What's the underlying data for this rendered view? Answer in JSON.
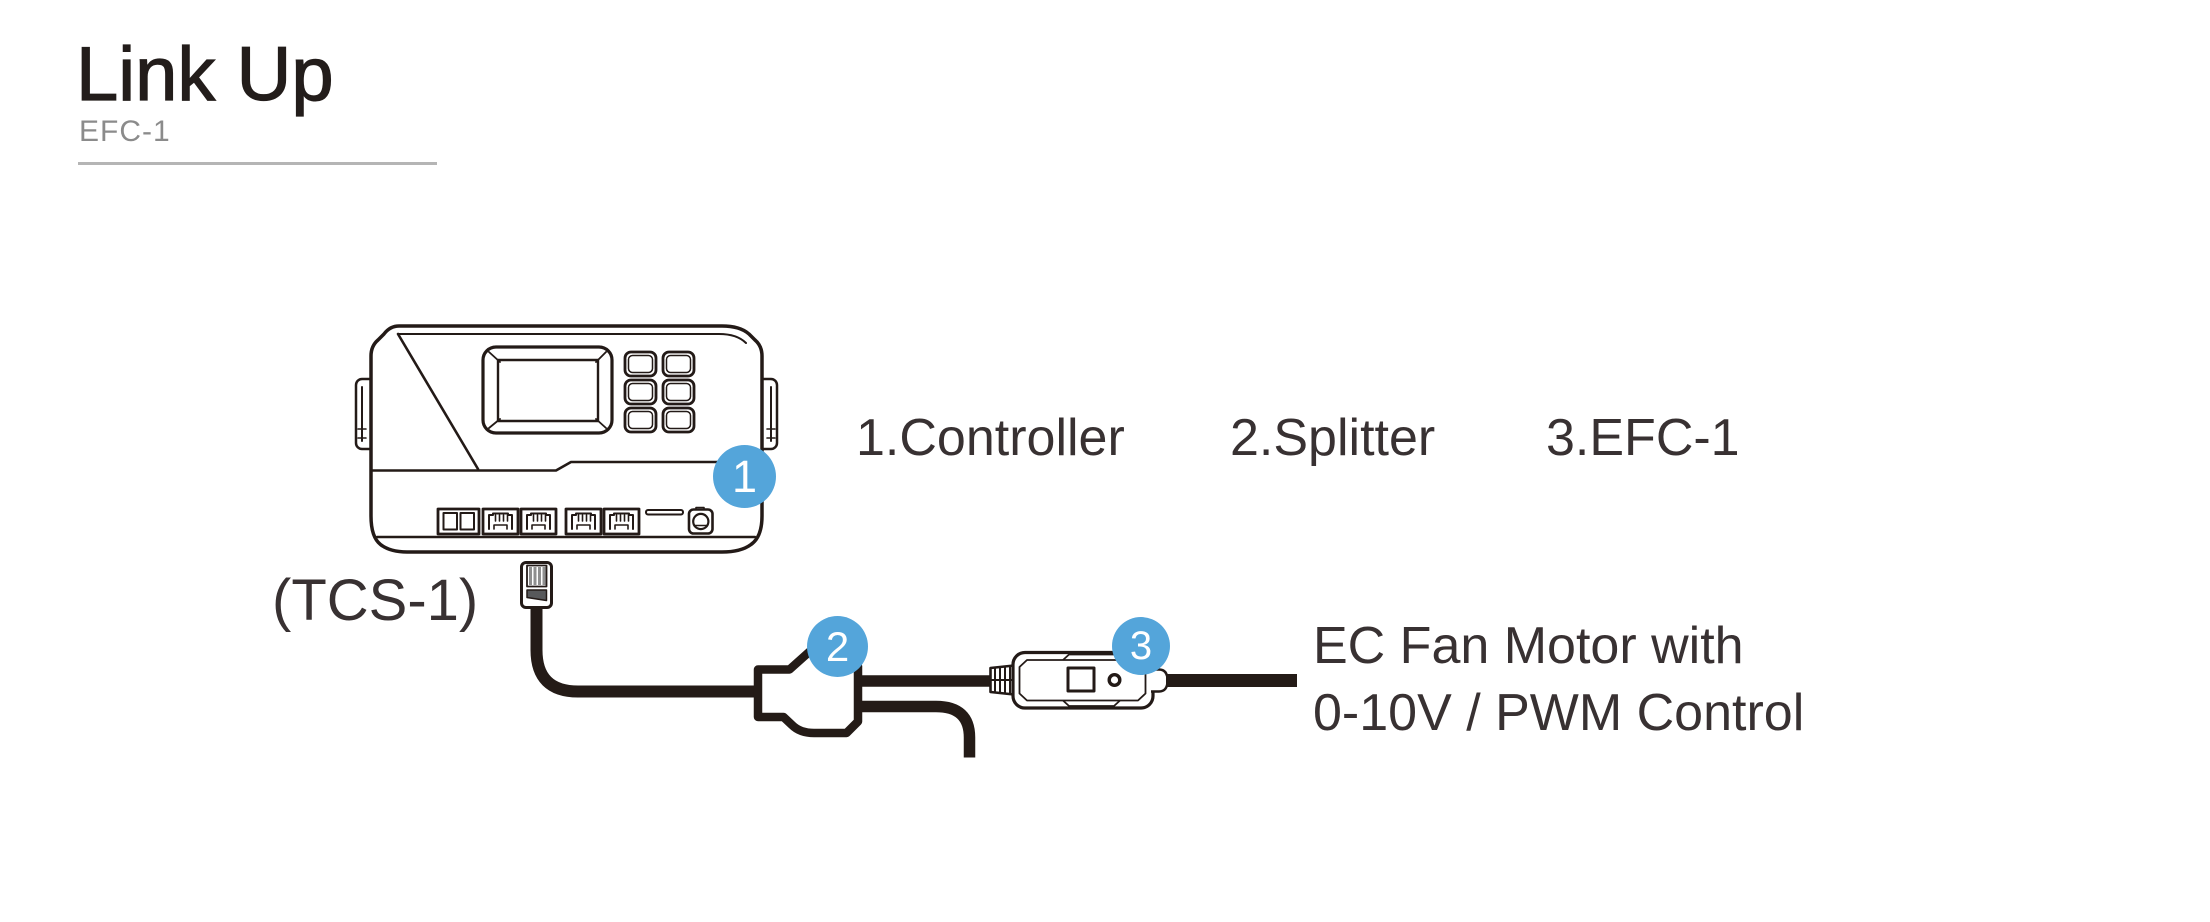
{
  "header": {
    "title": "Link Up",
    "subtitle": "EFC-1"
  },
  "badges": {
    "one": "1",
    "two": "2",
    "three": "3"
  },
  "labels": {
    "controller_port_label": "(TCS-1)",
    "legend_controller": "1.Controller",
    "legend_splitter": "2.Splitter",
    "legend_efc": "3.EFC-1",
    "fan_note_line1": "EC Fan Motor with",
    "fan_note_line2": "0-10V / PWM Control"
  },
  "icons": {
    "controller": "controller-illustration",
    "rj_plug": "rj11-plug-icon",
    "splitter": "splitter-icon",
    "efc1_adapter": "efc1-adapter-icon"
  },
  "colors": {
    "badge_blue": "#54a5da",
    "line_art_ink": "#231a17",
    "cable_black": "#241b17",
    "text_dark": "#383132",
    "subtitle_gray": "#8b8b8b",
    "divider_gray": "#b5b5b5",
    "plug_pin_gray": "#8f8f8f",
    "plug_latch_gray": "#58595b"
  }
}
